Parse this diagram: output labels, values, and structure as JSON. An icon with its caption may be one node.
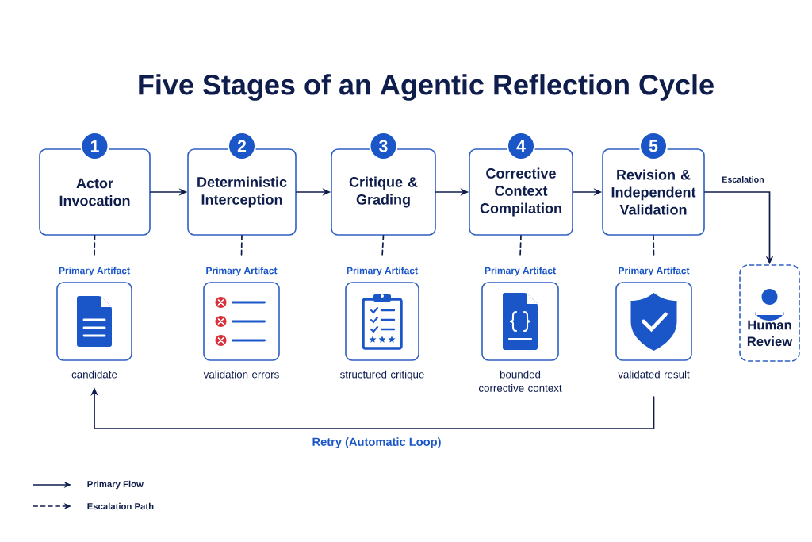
{
  "diagram": {
    "title": "Five Stages of an Agentic Reflection Cycle",
    "nodes": [
      {
        "text": [
          "1",
          "Actor Invocation"
        ]
      },
      {
        "text": [
          "2",
          "Deterministic Interception"
        ]
      },
      {
        "text": [
          "3",
          "Critique & Grading"
        ]
      },
      {
        "text": [
          "4",
          "Corrective Context Compilation"
        ]
      },
      {
        "text": [
          "5",
          "Revision & Independent Validation"
        ]
      },
      {
        "text": [
          "Primary Artifact"
        ],
        "beside": [
          "candidate"
        ]
      },
      {
        "text": [
          "Primary Artifact"
        ],
        "beside": [
          "validation errors"
        ]
      },
      {
        "text": [
          "Primary Artifact"
        ],
        "beside": [
          "structured critique"
        ]
      },
      {
        "text": [
          "Primary Artifact"
        ],
        "beside": [
          "bounded corrective context"
        ]
      },
      {
        "text": [
          "Primary Artifact"
        ],
        "beside": [
          "validated result"
        ]
      },
      {
        "text": [
          "Human Review"
        ]
      }
    ],
    "edges": [
      {
        "from": 0,
        "to": 1,
        "arrow": "to"
      },
      {
        "from": 1,
        "to": 2,
        "arrow": "to"
      },
      {
        "from": 2,
        "to": 3,
        "arrow": "to"
      },
      {
        "from": 3,
        "to": 4,
        "arrow": "to"
      },
      {
        "from": 4,
        "to": 10,
        "arrow": "to",
        "label": "Escalation"
      },
      {
        "from": 9,
        "to": 5,
        "arrow": "to",
        "label": "Retry (Automatic Loop)"
      },
      {
        "from": 0,
        "to": 5,
        "arrow": "none",
        "style": "dashed"
      },
      {
        "from": 1,
        "to": 6,
        "arrow": "none",
        "style": "dashed"
      },
      {
        "from": 2,
        "to": 7,
        "arrow": "none",
        "style": "dashed"
      },
      {
        "from": 3,
        "to": 8,
        "arrow": "none",
        "style": "dashed"
      },
      {
        "from": 4,
        "to": 9,
        "arrow": "none",
        "style": "dashed"
      }
    ],
    "legend": [
      {
        "text": "Primary Flow"
      },
      {
        "text": "Escalation Path"
      }
    ]
  }
}
